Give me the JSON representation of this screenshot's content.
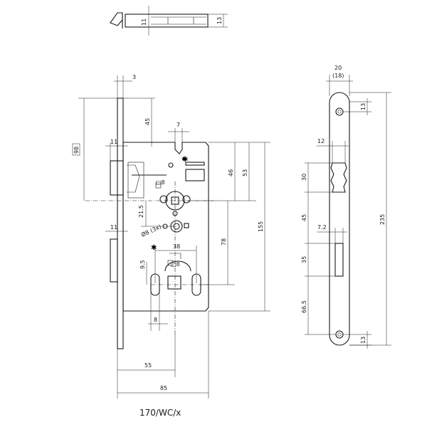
{
  "model_label": "170/WC/x",
  "top_view": {
    "dim_latch_width": "11",
    "dim_depth": "13"
  },
  "front_view": {
    "dim_faceplate_thickness": "3",
    "dim_top_to_latch": "45",
    "dim_98": "98",
    "dim_latch_projection": "11",
    "dim_bolt_projection": "11",
    "dim_7": "7",
    "dim_square_8": "□8",
    "dim_46": "46",
    "dim_53": "53",
    "dim_21_5": "21.5",
    "dim_holes": "Ø8 (3x)",
    "dim_78": "78",
    "dim_155": "155",
    "dim_38": "38",
    "dim_square_8b": "□8",
    "dim_9_5": "9.5",
    "dim_8": "8",
    "dim_55": "55",
    "dim_85": "85"
  },
  "side_view": {
    "dim_width": "20",
    "dim_width_alt": "(18)",
    "dim_top_hole": "13",
    "dim_12": "12",
    "dim_30": "30",
    "dim_45": "45",
    "dim_7_2": "7.2",
    "dim_35": "35",
    "dim_66_5": "66.5",
    "dim_bottom_hole": "13",
    "dim_235": "235"
  }
}
